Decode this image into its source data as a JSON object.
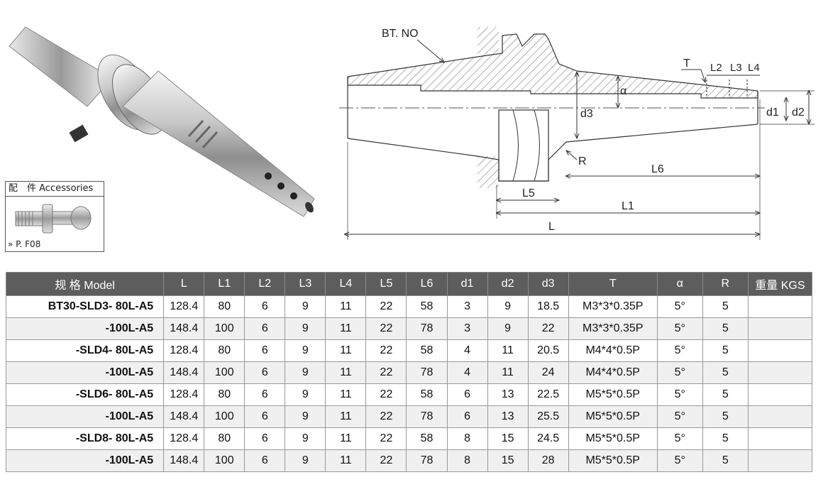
{
  "accessories": {
    "title": "配　件 Accessories",
    "part_ref": "» P. F08"
  },
  "drawing": {
    "labels": {
      "bt_no": "BT. NO",
      "T": "T",
      "L2": "L2",
      "L3": "L3",
      "L4": "L4",
      "alpha": "α",
      "d1": "d1",
      "d2": "d2",
      "d3": "d3",
      "R": "R",
      "L6": "L6",
      "L5": "L5",
      "L1": "L1",
      "L": "L"
    }
  },
  "table": {
    "headers": [
      "规 格 Model",
      "L",
      "L1",
      "L2",
      "L3",
      "L4",
      "L5",
      "L6",
      "d1",
      "d2",
      "d3",
      "T",
      "α",
      "R",
      "重量 KGS"
    ],
    "rows": [
      {
        "model": "BT30-SLD3- 80L-A5",
        "L": "128.4",
        "L1": "80",
        "L2": "6",
        "L3": "9",
        "L4": "11",
        "L5": "22",
        "L6": "58",
        "d1": "3",
        "d2": "9",
        "d3": "18.5",
        "T": "M3*3*0.35P",
        "alpha": "5°",
        "R": "5",
        "kgs": ""
      },
      {
        "model": "-100L-A5",
        "L": "148.4",
        "L1": "100",
        "L2": "6",
        "L3": "9",
        "L4": "11",
        "L5": "22",
        "L6": "78",
        "d1": "3",
        "d2": "9",
        "d3": "22",
        "T": "M3*3*0.35P",
        "alpha": "5°",
        "R": "5",
        "kgs": ""
      },
      {
        "model": "-SLD4- 80L-A5",
        "L": "128.4",
        "L1": "80",
        "L2": "6",
        "L3": "9",
        "L4": "11",
        "L5": "22",
        "L6": "58",
        "d1": "4",
        "d2": "11",
        "d3": "20.5",
        "T": "M4*4*0.5P",
        "alpha": "5°",
        "R": "5",
        "kgs": ""
      },
      {
        "model": "-100L-A5",
        "L": "148.4",
        "L1": "100",
        "L2": "6",
        "L3": "9",
        "L4": "11",
        "L5": "22",
        "L6": "78",
        "d1": "4",
        "d2": "11",
        "d3": "24",
        "T": "M4*4*0.5P",
        "alpha": "5°",
        "R": "5",
        "kgs": ""
      },
      {
        "model": "-SLD6- 80L-A5",
        "L": "128.4",
        "L1": "80",
        "L2": "6",
        "L3": "9",
        "L4": "11",
        "L5": "22",
        "L6": "58",
        "d1": "6",
        "d2": "13",
        "d3": "22.5",
        "T": "M5*5*0.5P",
        "alpha": "5°",
        "R": "5",
        "kgs": ""
      },
      {
        "model": "-100L-A5",
        "L": "148.4",
        "L1": "100",
        "L2": "6",
        "L3": "9",
        "L4": "11",
        "L5": "22",
        "L6": "78",
        "d1": "6",
        "d2": "13",
        "d3": "25.5",
        "T": "M5*5*0.5P",
        "alpha": "5°",
        "R": "5",
        "kgs": ""
      },
      {
        "model": "-SLD8- 80L-A5",
        "L": "128.4",
        "L1": "80",
        "L2": "6",
        "L3": "9",
        "L4": "11",
        "L5": "22",
        "L6": "58",
        "d1": "8",
        "d2": "15",
        "d3": "24.5",
        "T": "M5*5*0.5P",
        "alpha": "5°",
        "R": "5",
        "kgs": ""
      },
      {
        "model": "-100L-A5",
        "L": "148.4",
        "L1": "100",
        "L2": "6",
        "L3": "9",
        "L4": "11",
        "L5": "22",
        "L6": "78",
        "d1": "8",
        "d2": "15",
        "d3": "28",
        "T": "M5*5*0.5P",
        "alpha": "5°",
        "R": "5",
        "kgs": ""
      }
    ]
  }
}
